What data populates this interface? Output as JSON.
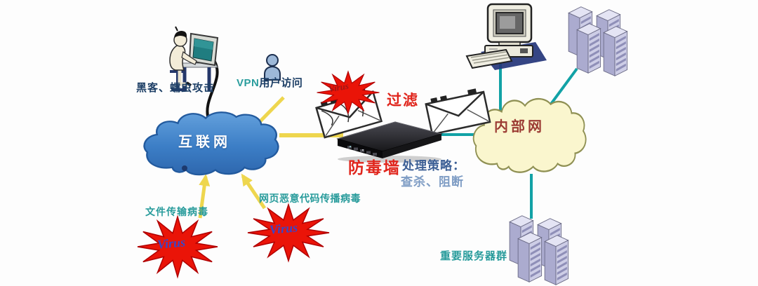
{
  "diagram": {
    "labels": {
      "hacker_attack": "黑客、蠕虫攻击",
      "vpn_prefix": "VPN",
      "vpn_suffix": "用户访问",
      "internet": "互联网",
      "virus": "Virus",
      "filter": "过滤",
      "antivirus_wall": "防毒墙",
      "strategy_title": "处理策略：",
      "strategy_actions": "查杀、阻断",
      "intranet": "内部网",
      "file_transfer_virus": "文件传输病毒",
      "web_malicious_code_virus": "网页恶意代码传播病毒",
      "important_server_group": "重要服务器群"
    },
    "colors": {
      "internet_cloud_fill": "#3c7ec6",
      "intranet_cloud_fill": "#faf6ce",
      "arrow_yellow": "#eed64e",
      "link_teal": "#12a2a6",
      "virus_star_red": "#ea1408",
      "label_navy": "#1d3f66",
      "label_teal": "#279b9b",
      "label_red": "#e0251c",
      "strategy_primary": "#3c5f95",
      "strategy_secondary": "#7e9cc4",
      "intranet_text": "#9c3c34",
      "virus_text_blue": "#3946c8",
      "virus_text_dark_red": "#9e1616"
    }
  }
}
